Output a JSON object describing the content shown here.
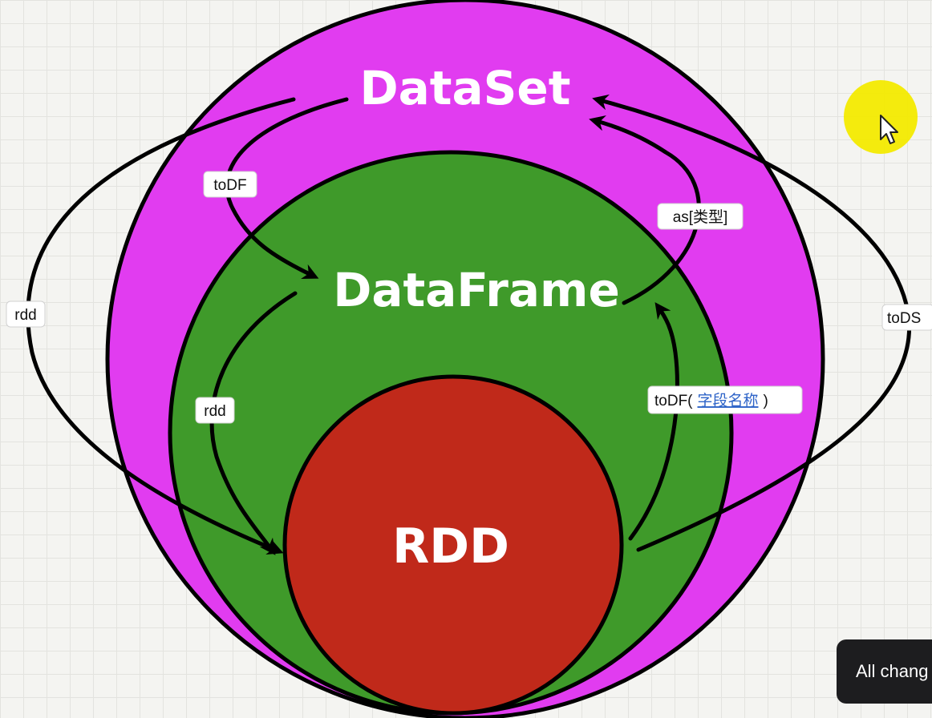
{
  "diagram": {
    "nodes": {
      "dataset": {
        "label": "DataSet",
        "color": "#e13cf0"
      },
      "dataframe": {
        "label": "DataFrame",
        "color": "#3f9a2a"
      },
      "rdd": {
        "label": "RDD",
        "color": "#c0291a"
      }
    },
    "edges": [
      {
        "label": "toDF",
        "from": "DataSet",
        "to": "DataFrame"
      },
      {
        "label": "rdd",
        "from": "DataSet",
        "to": "RDD"
      },
      {
        "label": "rdd",
        "from": "DataFrame",
        "to": "RDD"
      },
      {
        "label": "as[类型]",
        "from": "DataFrame",
        "to": "DataSet"
      },
      {
        "label_prefix": "toDF(",
        "label_link": "字段名称",
        "label_suffix": ")",
        "from": "RDD",
        "to": "DataFrame"
      },
      {
        "label": "toDS",
        "from": "RDD",
        "to": "DataSet"
      }
    ]
  },
  "toast": {
    "text": "All chang"
  },
  "cursor": {
    "icon": "mouse-pointer-icon",
    "highlight_color": "#f3ea00"
  }
}
